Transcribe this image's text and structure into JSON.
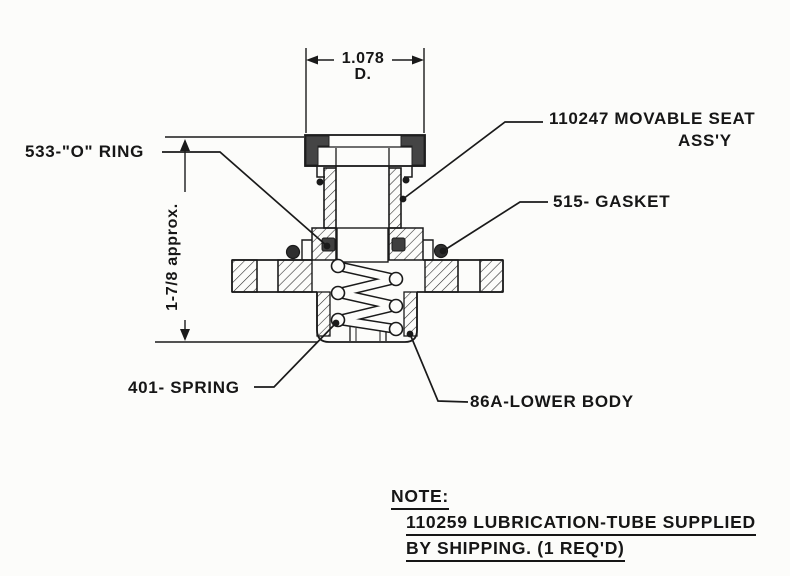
{
  "drawing": {
    "title_context": "valve cross-section detail",
    "dimensions": {
      "diameter_value": "1.078",
      "diameter_suffix": "D.",
      "height_value": "1-7/8 approx."
    },
    "callouts": {
      "o_ring": "533-\"O\" RING",
      "movable_seat_line1": "110247 MOVABLE SEAT",
      "movable_seat_line2": "ASS'Y",
      "gasket": "515- GASKET",
      "spring": "401- SPRING",
      "lower_body": "86A-LOWER  BODY"
    },
    "note": {
      "heading": "NOTE:",
      "line1": "110259 LUBRICATION-TUBE SUPPLIED",
      "line2": "BY SHIPPING. (1 REQ'D)"
    },
    "colors": {
      "ink": "#1a1a1a",
      "paper": "#fcfcfa",
      "seal_fill": "#454545"
    }
  }
}
